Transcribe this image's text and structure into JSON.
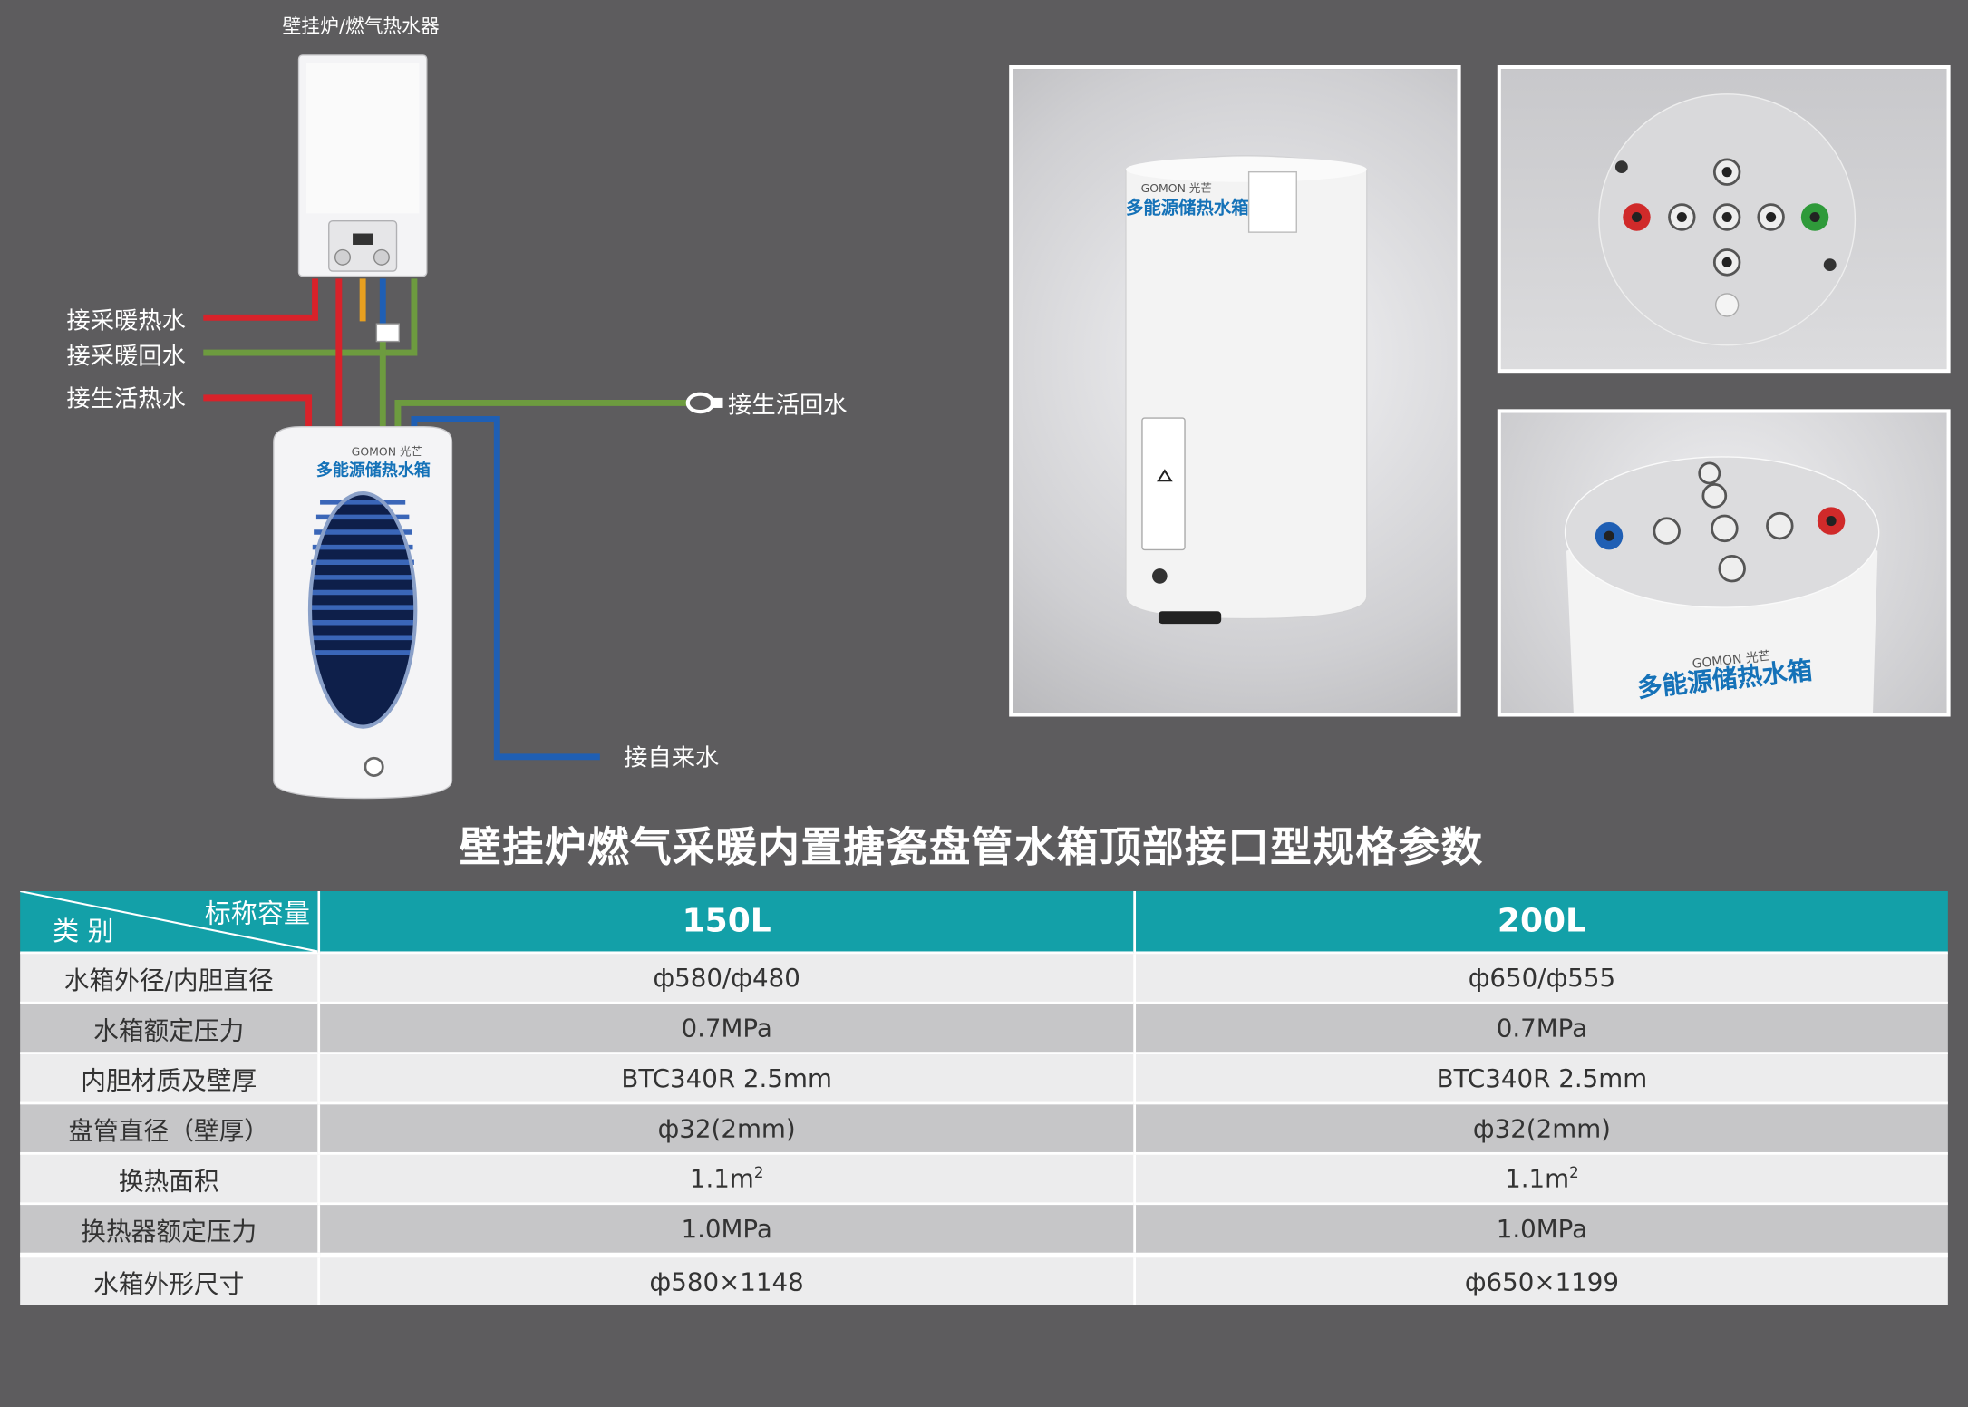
{
  "diagram": {
    "boiler_label": "壁挂炉/燃气热水器",
    "tank_brand": "GOMON 光芒",
    "tank_name": "多能源储热水箱",
    "connections": {
      "heating_supply": "接采暖热水",
      "heating_return": "接采暖回水",
      "hot_water": "接生活热水",
      "hot_water_return": "接生活回水",
      "tap_water": "接自来水"
    },
    "pipe_colors": {
      "hot": "#d8222a",
      "return": "#6d9b3f",
      "cold": "#1f5fb4",
      "gas": "#e8a020"
    }
  },
  "photos": {
    "main_brand": "GOMON 光芒",
    "main_name": "多能源储热水箱",
    "bottom_brand": "GOMON 光芒",
    "bottom_name": "多能源储热水箱"
  },
  "title": "壁挂炉燃气采暖内置搪瓷盘管水箱顶部接口型规格参数",
  "table": {
    "header_top": "标称容量",
    "header_bottom": "类  别",
    "columns": [
      "150L",
      "200L"
    ],
    "rows": [
      {
        "label": "水箱外径/内胆直径",
        "values": [
          "ф580/ф480",
          "ф650/ф555"
        ]
      },
      {
        "label": "水箱额定压力",
        "values": [
          "0.7MPa",
          "0.7MPa"
        ]
      },
      {
        "label": "内胆材质及壁厚",
        "values": [
          "BTC340R 2.5mm",
          "BTC340R 2.5mm"
        ]
      },
      {
        "label": "盘管直径（壁厚）",
        "values": [
          "ф32(2mm)",
          "ф32(2mm)"
        ]
      },
      {
        "label": "换热面积",
        "values": [
          "1.1m",
          "1.1m"
        ],
        "superscript": "2"
      },
      {
        "label": "换热器额定压力",
        "values": [
          "1.0MPa",
          "1.0MPa"
        ]
      },
      {
        "label": "水箱外形尺寸",
        "values": [
          "ф580×1148",
          "ф650×1199"
        ]
      }
    ],
    "colors": {
      "header": "#13a0a8",
      "row_light": "#ececed",
      "row_dark": "#c6c6c8"
    }
  }
}
